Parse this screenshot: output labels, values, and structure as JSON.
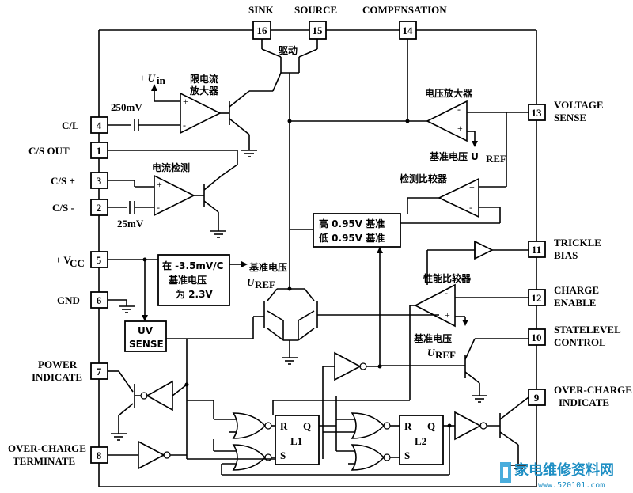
{
  "top_labels": {
    "sink": "SINK",
    "source": "SOURCE",
    "compensation": "COMPENSATION"
  },
  "pins": {
    "p16": "16",
    "p15": "15",
    "p14": "14",
    "p13": "13",
    "p4": "4",
    "p1": "1",
    "p3": "3",
    "p2": "2",
    "p5": "5",
    "p6": "6",
    "p7": "7",
    "p8": "8",
    "p11": "11",
    "p12": "12",
    "p10": "10",
    "p9": "9"
  },
  "left_labels": {
    "cl": "C/L",
    "cs_out": "C/S OUT",
    "cs_plus": "C/S +",
    "cs_minus": "C/S -",
    "vcc": "+ V",
    "vcc_sub": "CC",
    "gnd": "GND",
    "power_indicate_1": "POWER",
    "power_indicate_2": "INDICATE",
    "over_charge_term_1": "OVER-CHARGE",
    "over_charge_term_2": "TERMINATE"
  },
  "right_labels": {
    "voltage_sense_1": "VOLTAGE",
    "voltage_sense_2": "SENSE",
    "trickle_bias_1": "TRICKLE",
    "trickle_bias_2": "BIAS",
    "charge_enable_1": "CHARGE",
    "charge_enable_2": "ENABLE",
    "statelevel_1": "STATELEVEL",
    "statelevel_2": "CONTROL",
    "over_charge_ind_1": "OVER-CHARGE",
    "over_charge_ind_2": "INDICATE"
  },
  "internal_labels": {
    "drive": "驱动",
    "uin": "+ U",
    "uin_sub": "in",
    "limit_amp_1": "限电流",
    "limit_amp_2": "放大器",
    "v250": "250mV",
    "current_detect": "电流检测",
    "v25": "25mV",
    "voltage_amp": "电压放大器",
    "vref_a": "基准电压 U",
    "vref_a_sub": "REF",
    "detect_comp": "检测比较器",
    "hi_ref": "高 0.95V 基准",
    "lo_ref": "低 0.95V 基准",
    "ref_box_1": "在 -3.5mV/C",
    "ref_box_2": "基准电压",
    "ref_box_3": "为 2.3V",
    "vref_b": "基准电压",
    "uref_b": "U",
    "uref_b_sub": "REF",
    "uv_1": "UV",
    "uv_2": "SENSE",
    "perf_comp": "性能比较器",
    "vref_c": "基准电压",
    "uref_c": "U",
    "uref_c_sub": "REF",
    "l1": "L1",
    "l2": "L2",
    "r1": "R",
    "q1": "Q",
    "s1": "S",
    "r2": "R",
    "q2": "Q",
    "s2": "S",
    "plus": "+",
    "minus": "-"
  },
  "watermark": {
    "text": "家电维修资料网",
    "url": "www.520101.com"
  }
}
